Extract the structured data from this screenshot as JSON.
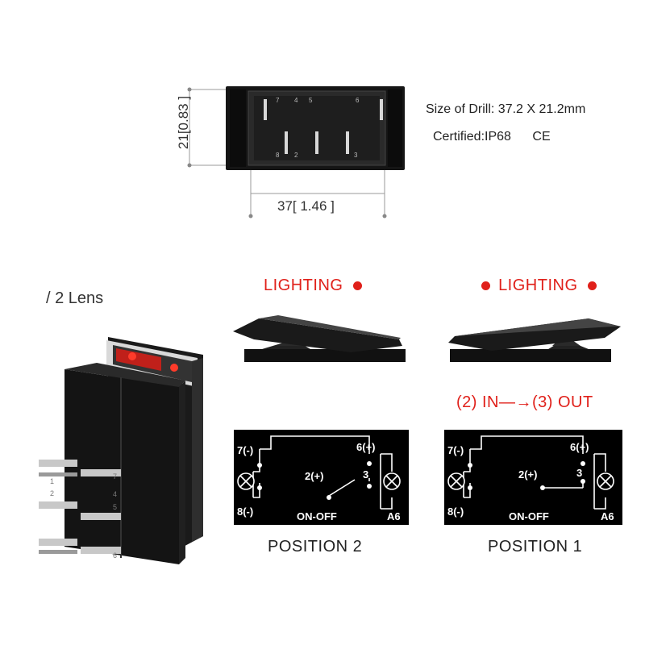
{
  "specs": {
    "drill_size": "Size of Drill: 37.2 X 21.2mm",
    "certified": "Certified:IP68",
    "ce": "CE"
  },
  "dimensions": {
    "height": "21[0.83 ]",
    "width": "37[ 1.46 ]"
  },
  "top_pin_labels": [
    "7",
    "4",
    "5",
    "6",
    "8",
    "2",
    "3"
  ],
  "lens": "/  2  Lens",
  "product_pin_labels": [
    "7",
    "1",
    "2",
    "4",
    "5",
    "6"
  ],
  "lighting_left": "LIGHTING",
  "lighting_right": "LIGHTING",
  "flow_label": "(2) IN—→(3) OUT",
  "diagram": {
    "t7": "7(-)",
    "t6": "6(+)",
    "t2": "2(+)",
    "t3": "3",
    "t8": "8(-)",
    "mode": "ON-OFF",
    "code": "A6"
  },
  "positions": {
    "left": "POSITION 2",
    "right": "POSITION 1"
  },
  "colors": {
    "accent_red": "#e0201a",
    "switch_black": "#111111",
    "lens_red": "#c0201a"
  }
}
